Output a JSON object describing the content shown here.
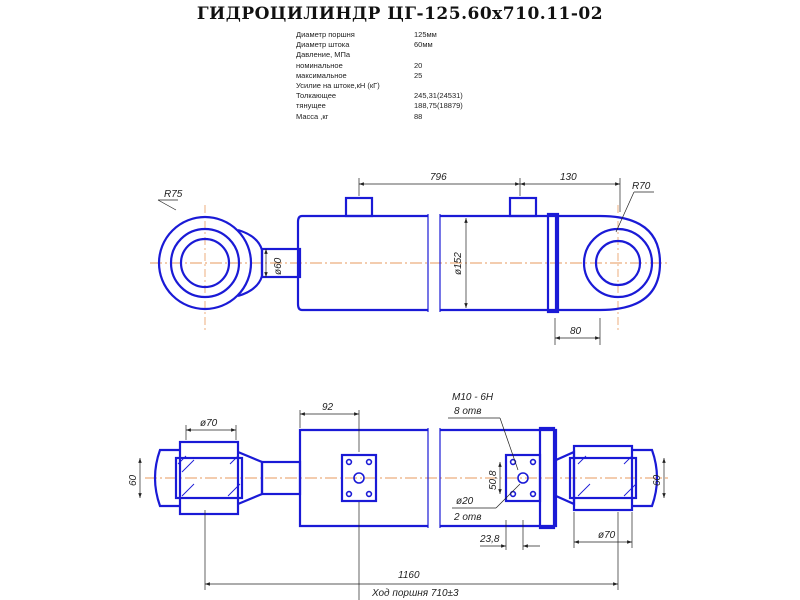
{
  "title": "ГИДРОЦИЛИНДР  ЦГ-125.60х710.11-02",
  "specs": [
    {
      "label": "Диаметр поршня",
      "value": "125мм"
    },
    {
      "label": "Диаметр штока",
      "value": "60мм"
    },
    {
      "label": "Давление, МПа",
      "value": ""
    },
    {
      "label": "номинальное",
      "value": "20"
    },
    {
      "label": "максимальное",
      "value": "25"
    },
    {
      "label": "Усилие на штоке,кН (кГ)",
      "value": ""
    },
    {
      "label": "Толкающее",
      "value": "245,31(24531)"
    },
    {
      "label": "тянущее",
      "value": "188,75(18879)"
    },
    {
      "label": "Масса ,кг",
      "value": "88"
    }
  ],
  "dimensions": {
    "port_spacing": "796",
    "end_length": "130",
    "radius_right": "R70",
    "radius_left": "R75",
    "rod_diameter": "ø60",
    "body_diameter": "ø152",
    "eye_width": "80",
    "plate_offset": "92",
    "left_eye_diameter": "ø70",
    "thread": "M10 - 6H",
    "thread_count": "8 отв",
    "left_width": "60",
    "bolt_square": "50,8",
    "port_diameter": "ø20",
    "port_count": "2 отв",
    "right_width": "60",
    "port_offset": "23,8",
    "right_eye_diameter": "ø70",
    "total_length": "1160",
    "stroke": "Ход поршня 710±3"
  },
  "colors": {
    "outline": "#1a1ad6",
    "dimension": "#222222",
    "centerline": "#e07a2a"
  }
}
